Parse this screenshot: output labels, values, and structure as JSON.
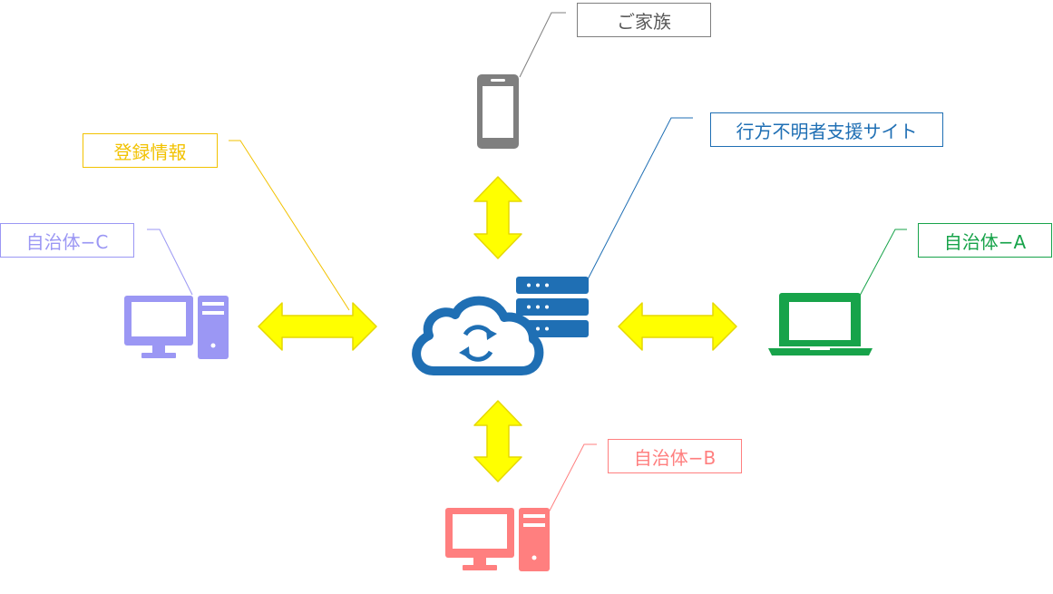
{
  "colors": {
    "family": "#7f7f7f",
    "site": "#1f6fb4",
    "register": "#f2c200",
    "municipality_a": "#17a34a",
    "municipality_b": "#ff7f7f",
    "municipality_c": "#9b97f4",
    "arrow_fill": "#ffff00",
    "arrow_stroke": "#e6d800"
  },
  "labels": {
    "family": "ご家族",
    "site": "行方不明者支援サイト",
    "register": "登録情報",
    "municipality_a": "自治体−A",
    "municipality_b": "自治体−B",
    "municipality_c": "自治体−C"
  },
  "icons": {
    "family": "smartphone-icon",
    "site": "cloud-server-icon",
    "municipality_a": "laptop-icon",
    "municipality_b": "desktop-computer-icon",
    "municipality_c": "desktop-computer-icon"
  }
}
